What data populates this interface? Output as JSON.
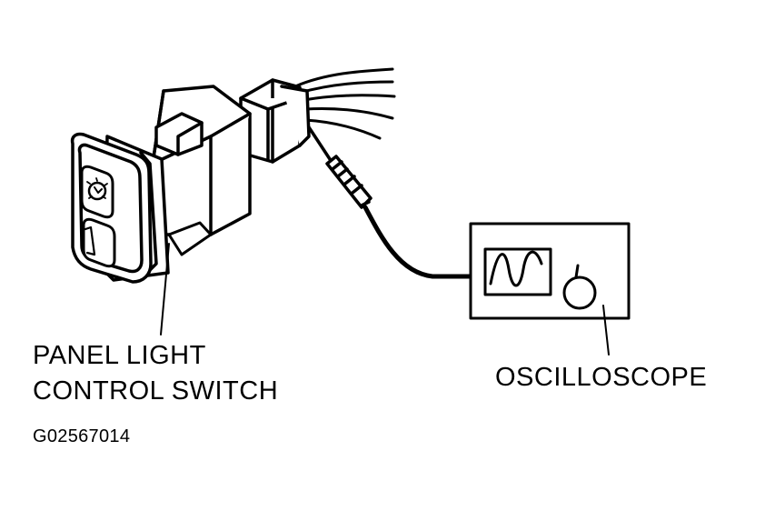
{
  "labels": {
    "switch_line1": "PANEL LIGHT",
    "switch_line2": "CONTROL SWITCH",
    "scope": "OSCILLOSCOPE",
    "figure_id": "G02567014"
  },
  "colors": {
    "ink": "#000000",
    "background": "#ffffff"
  },
  "icons": {
    "switch_symbol": "panel-light-dimmer-icon",
    "scope_screen": "sine-wave-icon",
    "scope_knob": "knob-icon"
  }
}
